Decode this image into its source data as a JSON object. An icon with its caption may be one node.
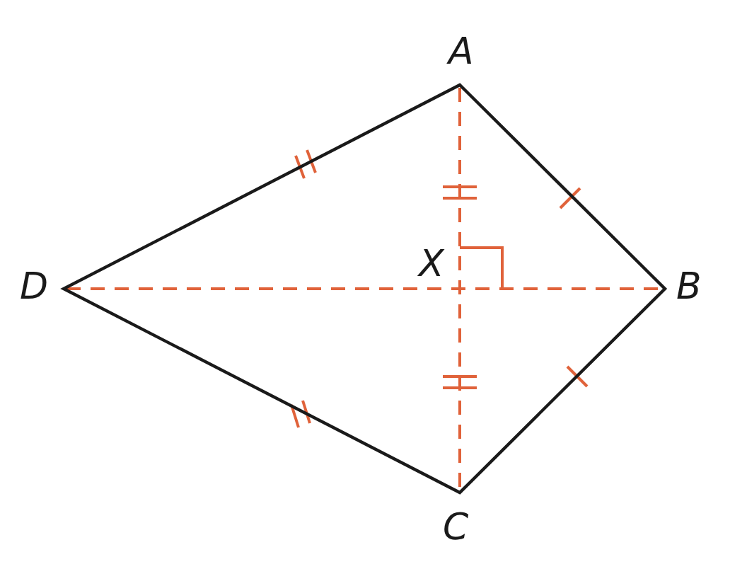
{
  "diagram": {
    "labels": [
      "A",
      "D",
      "X",
      "B",
      "C"
    ]
  }
}
